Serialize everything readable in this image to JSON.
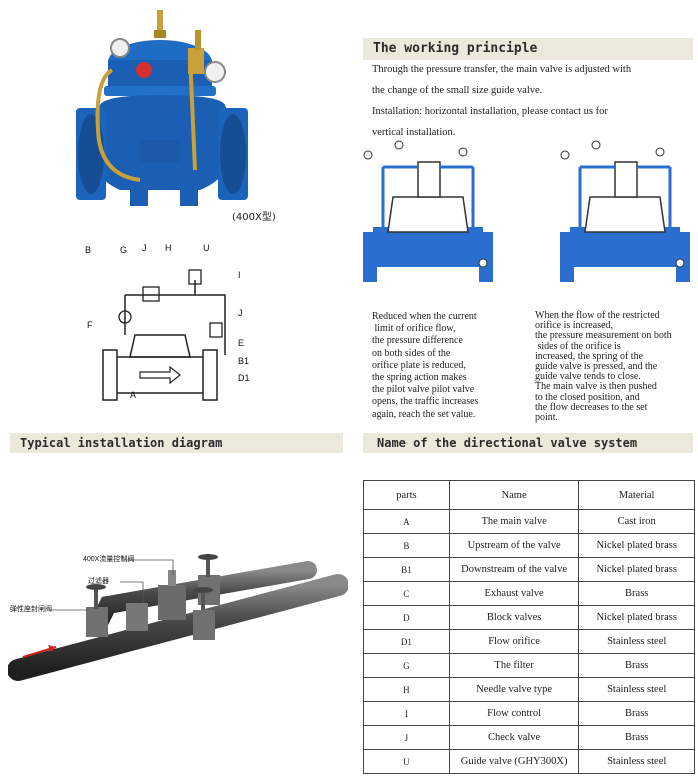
{
  "product_caption": "(400X型)",
  "working": {
    "heading": "The working principle",
    "line1": "Through the pressure transfer, the main valve is adjusted with",
    "line2": "the change of the small size guide valve.",
    "line3": "Installation: horizontal installation, please contact us for",
    "line4": "vertical installation."
  },
  "left_desc": [
    "Reduced when the current",
    " limit of orifice flow,",
    "the pressure difference",
    "on both sides of the",
    "orifice plate is reduced,",
    "the spring action makes",
    "the pilot valve pilot valve",
    "opens, the traffic increases",
    "again, reach the set value."
  ],
  "right_desc": [
    "When the flow of the restricted",
    "orifice is increased,",
    "the pressure measurement on both",
    " sides of the orifice is",
    "increased, the spring of the",
    "guide valve is pressed, and the",
    "guide valve tends to close.",
    "The main valve is then pushed",
    "to the closed position, and",
    "the flow decreases to the set",
    "point."
  ],
  "diagram_labels": {
    "B": "B",
    "G": "G",
    "J": "J",
    "H": "H",
    "U": "U",
    "I": "I",
    "F": "F",
    "J2": "J",
    "E": "E",
    "B1": "B1",
    "D1": "D1",
    "A": "A"
  },
  "install": {
    "heading": "Typical installation diagram",
    "label_valve": "400X流量控制阀",
    "label_filter": "过滤器",
    "label_gate": "弹性座封闸阀"
  },
  "system": {
    "heading": "Name of the directional valve system",
    "headers": [
      "parts",
      "Name",
      "Material"
    ],
    "rows": [
      [
        "A",
        "The main valve",
        "Cast iron"
      ],
      [
        "B",
        "Upstream of the valve",
        "Nickel plated brass"
      ],
      [
        "B1",
        "Downstream of the valve",
        "Nickel plated brass"
      ],
      [
        "C",
        "Exhaust valve",
        "Brass"
      ],
      [
        "D",
        "Block valves",
        "Nickel plated brass"
      ],
      [
        "D1",
        "Flow orifice",
        "Stainless steel"
      ],
      [
        "G",
        "The filter",
        "Brass"
      ],
      [
        "H",
        "Needle valve type",
        "Stainless steel"
      ],
      [
        "I",
        "Flow control",
        "Brass"
      ],
      [
        "J",
        "Check valve",
        "Brass"
      ],
      [
        "U",
        "Guide valve (GHY300X)",
        "Stainless steel"
      ]
    ]
  },
  "colors": {
    "valve_blue": "#1a5fb4",
    "banner_bg": "#ebe8dc",
    "brass": "#c9a13a"
  }
}
